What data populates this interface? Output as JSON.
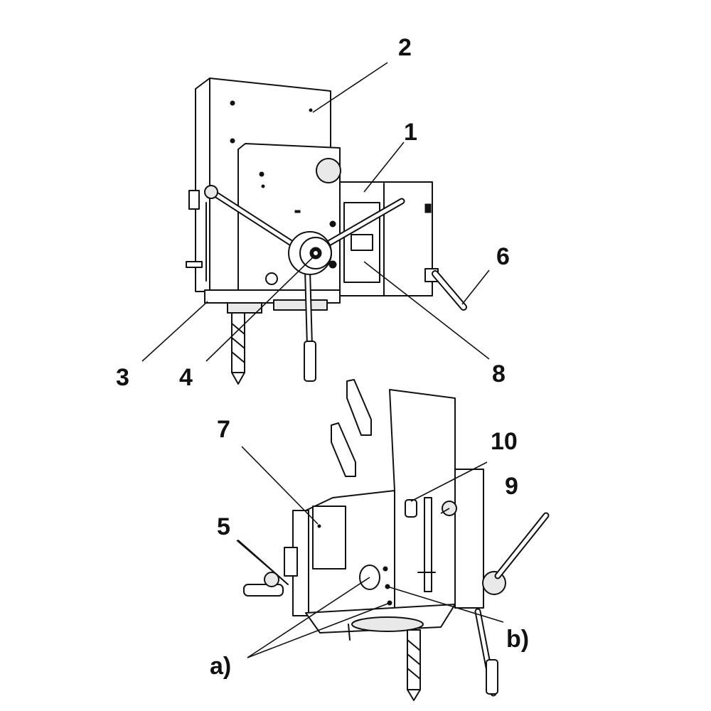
{
  "labels": {
    "l1": "1",
    "l2": "2",
    "l3": "3",
    "l4": "4",
    "l5": "5",
    "l6": "6",
    "l7": "7",
    "l8": "8",
    "l9": "9",
    "l10": "10",
    "la": "a)",
    "lb": "b)"
  }
}
